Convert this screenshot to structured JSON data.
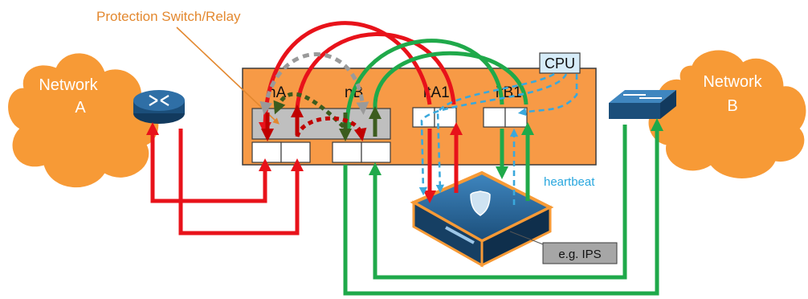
{
  "labels": {
    "protection": "Protection Switch/Relay",
    "network_a": [
      "Network",
      "A"
    ],
    "network_b": [
      "Network",
      "B"
    ],
    "port_na": "nA",
    "port_nb": "nB",
    "port_ita": "itA1",
    "port_itb": "itB1",
    "cpu": "CPU",
    "heartbeat": "heartbeat",
    "ips": "e.g. IPS"
  },
  "colors": {
    "cloud": "#f79a36",
    "chassis": "#f79a46",
    "red": "#e8121a",
    "green": "#1fa94a",
    "dark_green": "#3c5c1e",
    "grey_dash": "#9a9a9a",
    "dark_red_dash": "#c00000",
    "blue_dash": "#3aa8dc",
    "protection_text": "#e3882f",
    "heartbeat_text": "#29a7de",
    "cpu_fill": "#d6ecf8",
    "ips_fill": "#a6a6a6",
    "router": "#1b4e7a",
    "switch_dev": "#1b4e7a"
  }
}
